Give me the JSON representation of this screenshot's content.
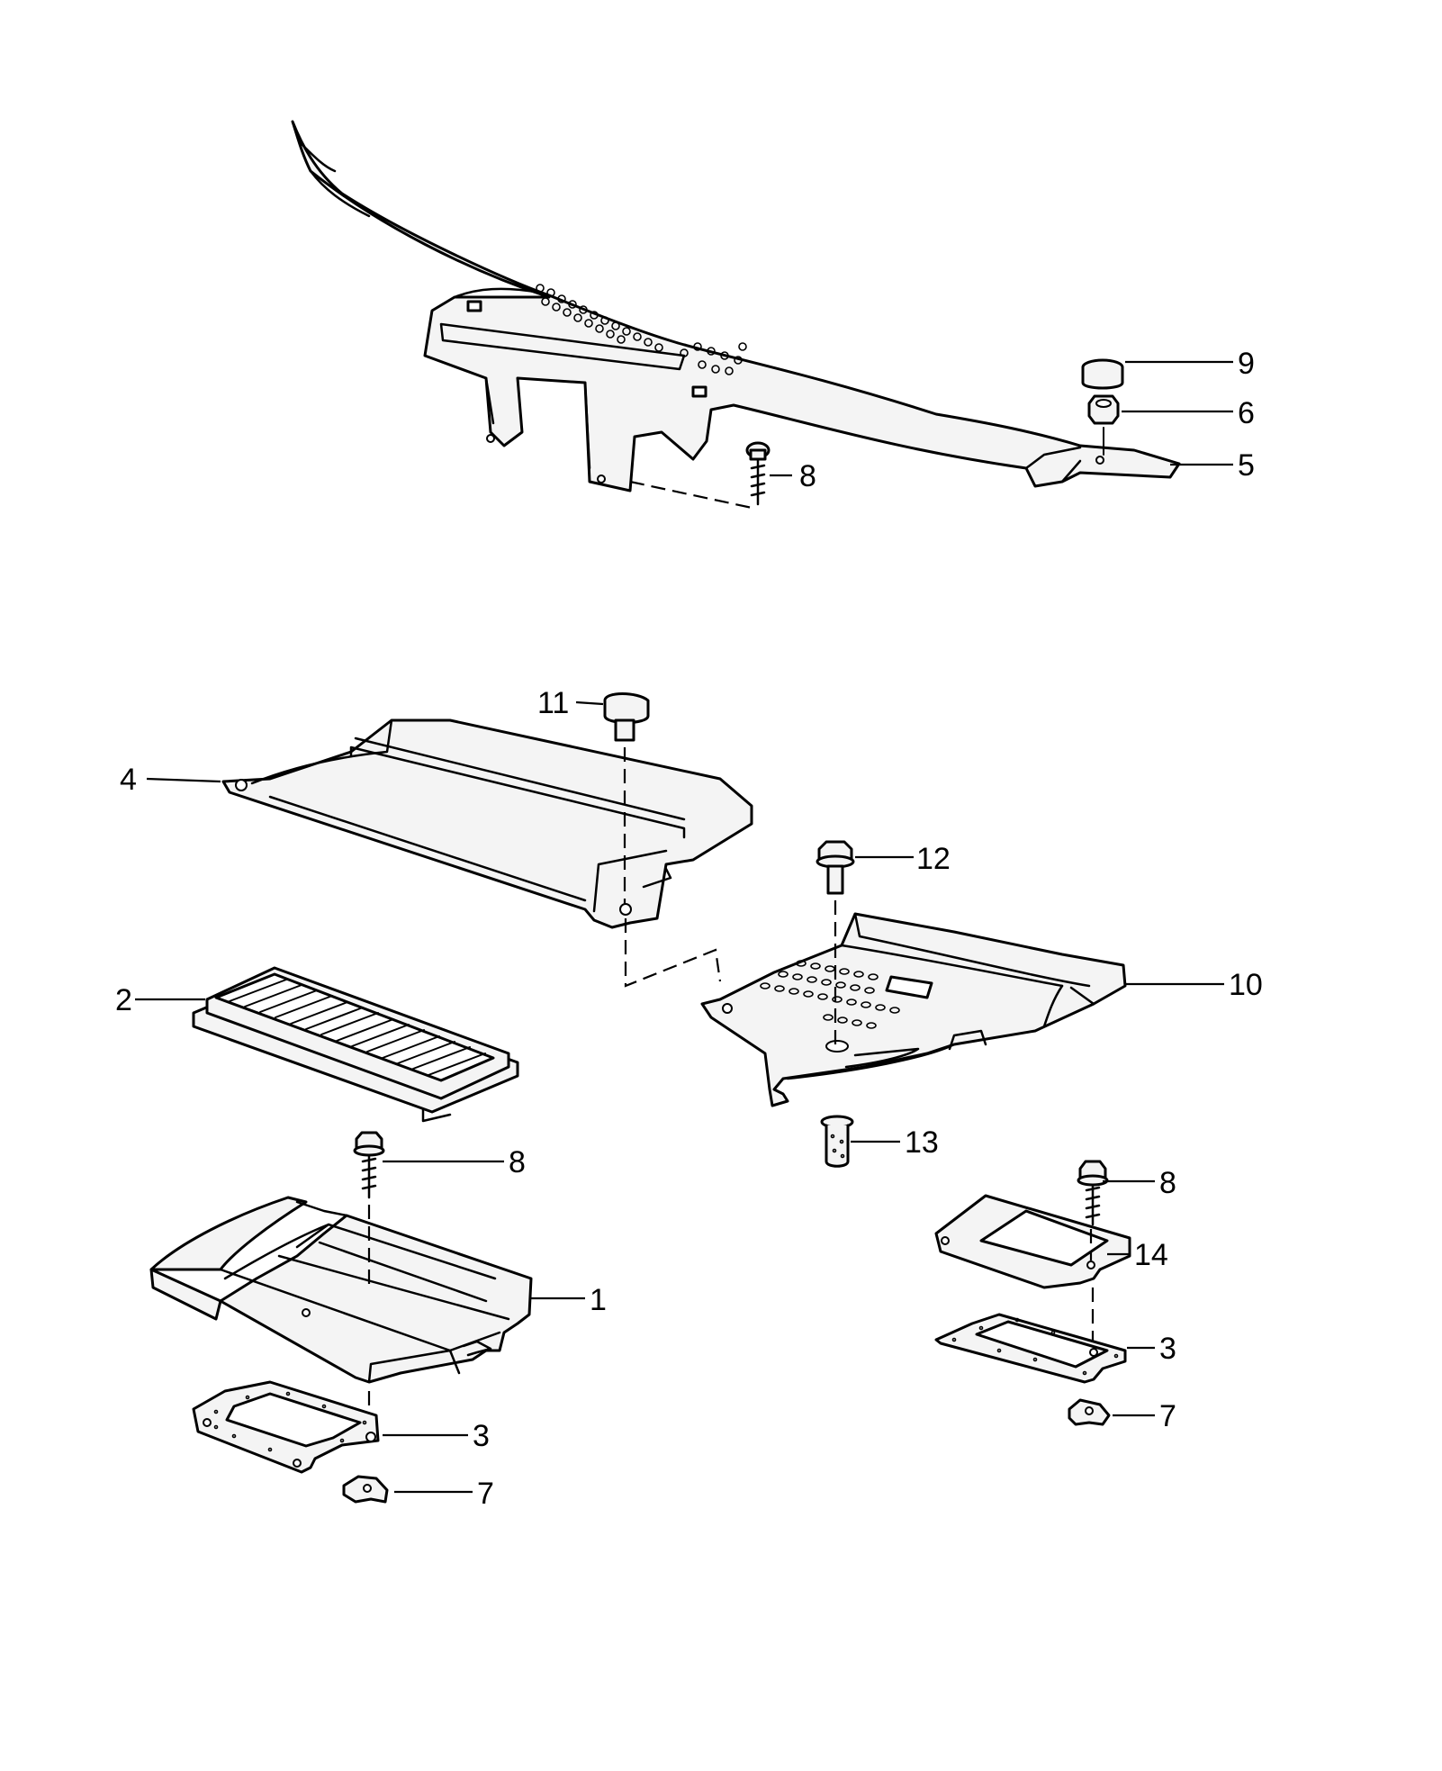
{
  "callouts": {
    "c1": "1",
    "c2": "2",
    "c3a": "3",
    "c3b": "3",
    "c4": "4",
    "c5": "5",
    "c6": "6",
    "c7a": "7",
    "c7b": "7",
    "c8a": "8",
    "c8b": "8",
    "c8c": "8",
    "c9": "9",
    "c10": "10",
    "c11": "11",
    "c12": "12",
    "c13": "13",
    "c14": "14"
  }
}
